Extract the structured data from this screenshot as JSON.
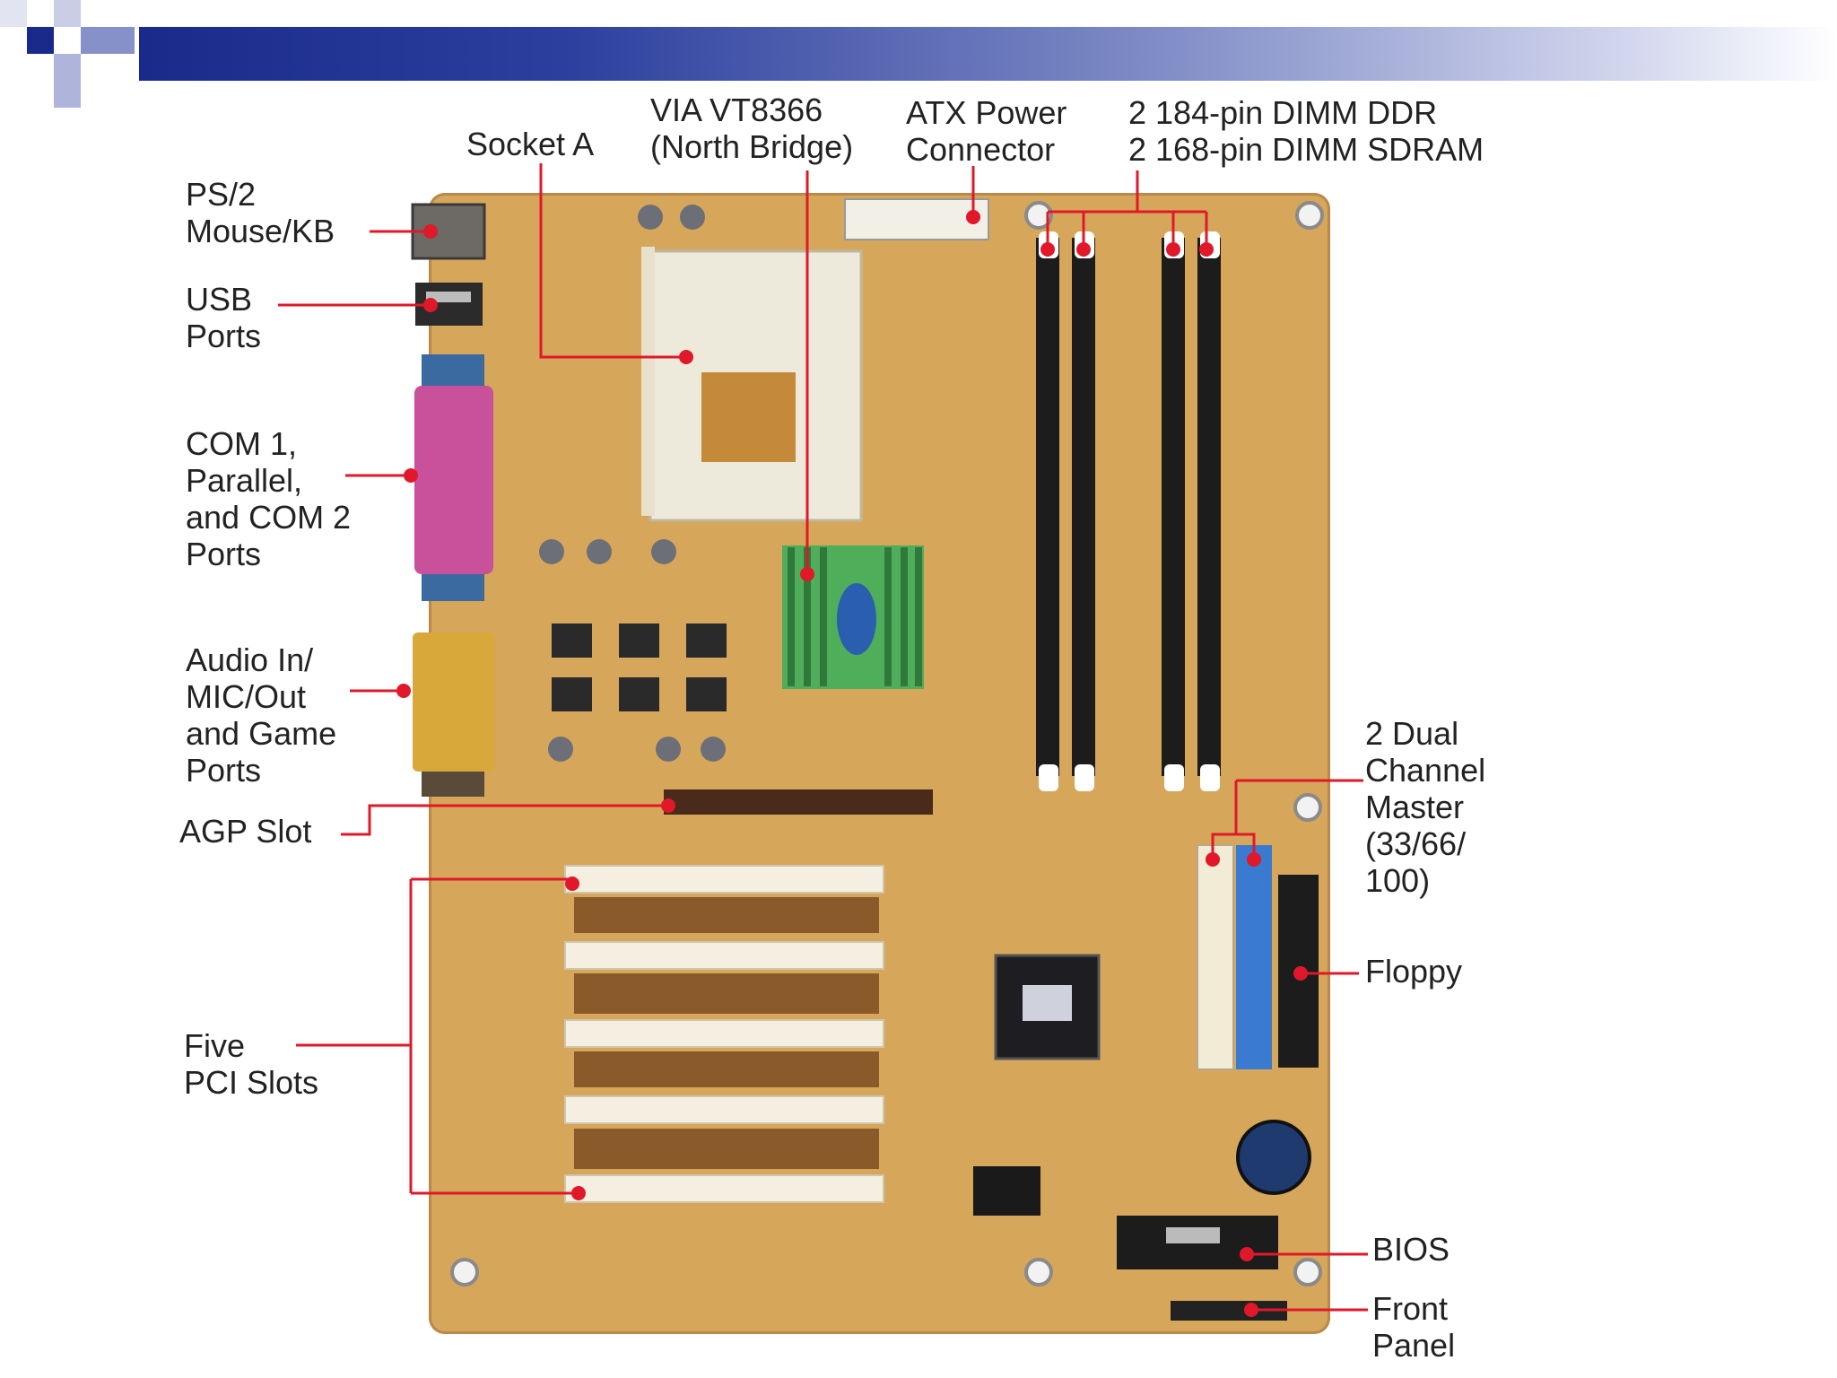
{
  "colors": {
    "header_dark": "#1a2a8a",
    "header_mid": "#7f8cc6",
    "board_tan": "#d6a65a",
    "leader_red": "#e0182a",
    "dimm_black": "#1c1c1c",
    "pci_white": "#f4efe0",
    "agp_brown": "#4a2a1a",
    "heatsink_green": "#4fae5a",
    "parallel_pink": "#c9509a",
    "game_port_gold": "#d9a83a",
    "ide_blue": "#3a7ad0"
  },
  "labels": {
    "socket_a": "Socket A",
    "via_chip_line1": "VIA VT8366",
    "via_chip_line2": "(North Bridge)",
    "atx_line1": "ATX Power",
    "atx_line2": "Connector",
    "dimm_line1": "2 184-pin DIMM DDR",
    "dimm_line2": "2 168-pin DIMM SDRAM",
    "ps2_line1": "PS/2",
    "ps2_line2": "Mouse/KB",
    "usb_line1": "USB",
    "usb_line2": "Ports",
    "com_line1": "COM 1,",
    "com_line2": "Parallel,",
    "com_line3": "and COM 2",
    "com_line4": "Ports",
    "audio_line1": "Audio In/",
    "audio_line2": "MIC/Out",
    "audio_line3": "and Game",
    "audio_line4": "Ports",
    "agp_slot": "AGP Slot",
    "pci_line1": "Five",
    "pci_line2": "PCI Slots",
    "ide_line1": "2 Dual",
    "ide_line2": "Channel",
    "ide_line3": "Master",
    "ide_line4": "(33/66/",
    "ide_line5": "100)",
    "floppy": "Floppy",
    "bios": "BIOS",
    "front_line1": "Front",
    "front_line2": "Panel"
  }
}
